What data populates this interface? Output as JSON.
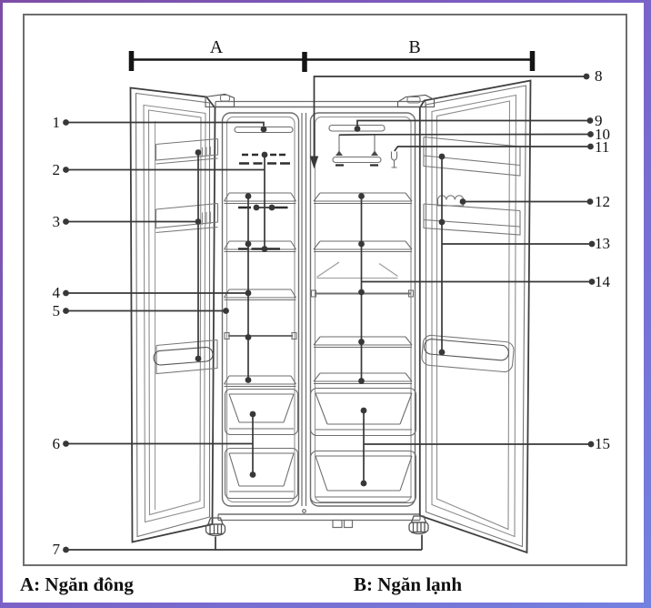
{
  "frame": {
    "border_top_left_color": "#7d4da5",
    "border_bottom_right_color": "#7381e0",
    "background": "#ffffff",
    "inner_border_color": "#6e6e6e"
  },
  "dimension_labels": {
    "a": "A",
    "b": "B"
  },
  "callouts": [
    {
      "label": "1"
    },
    {
      "label": "2"
    },
    {
      "label": "3"
    },
    {
      "label": "4"
    },
    {
      "label": "5"
    },
    {
      "label": "6"
    },
    {
      "label": "7"
    },
    {
      "label": "8"
    },
    {
      "label": "9"
    },
    {
      "label": "10"
    },
    {
      "label": "11"
    },
    {
      "label": "12"
    },
    {
      "label": "13"
    },
    {
      "label": "14"
    },
    {
      "label": "15"
    }
  ],
  "captions": {
    "freezer": "A: Ngăn đông",
    "fridge": "B: Ngăn lạnh"
  },
  "colors": {
    "callout_line": "#383838",
    "drawing_line": "#6e6e6e",
    "dimension_line": "#151515",
    "text": "#111111"
  }
}
